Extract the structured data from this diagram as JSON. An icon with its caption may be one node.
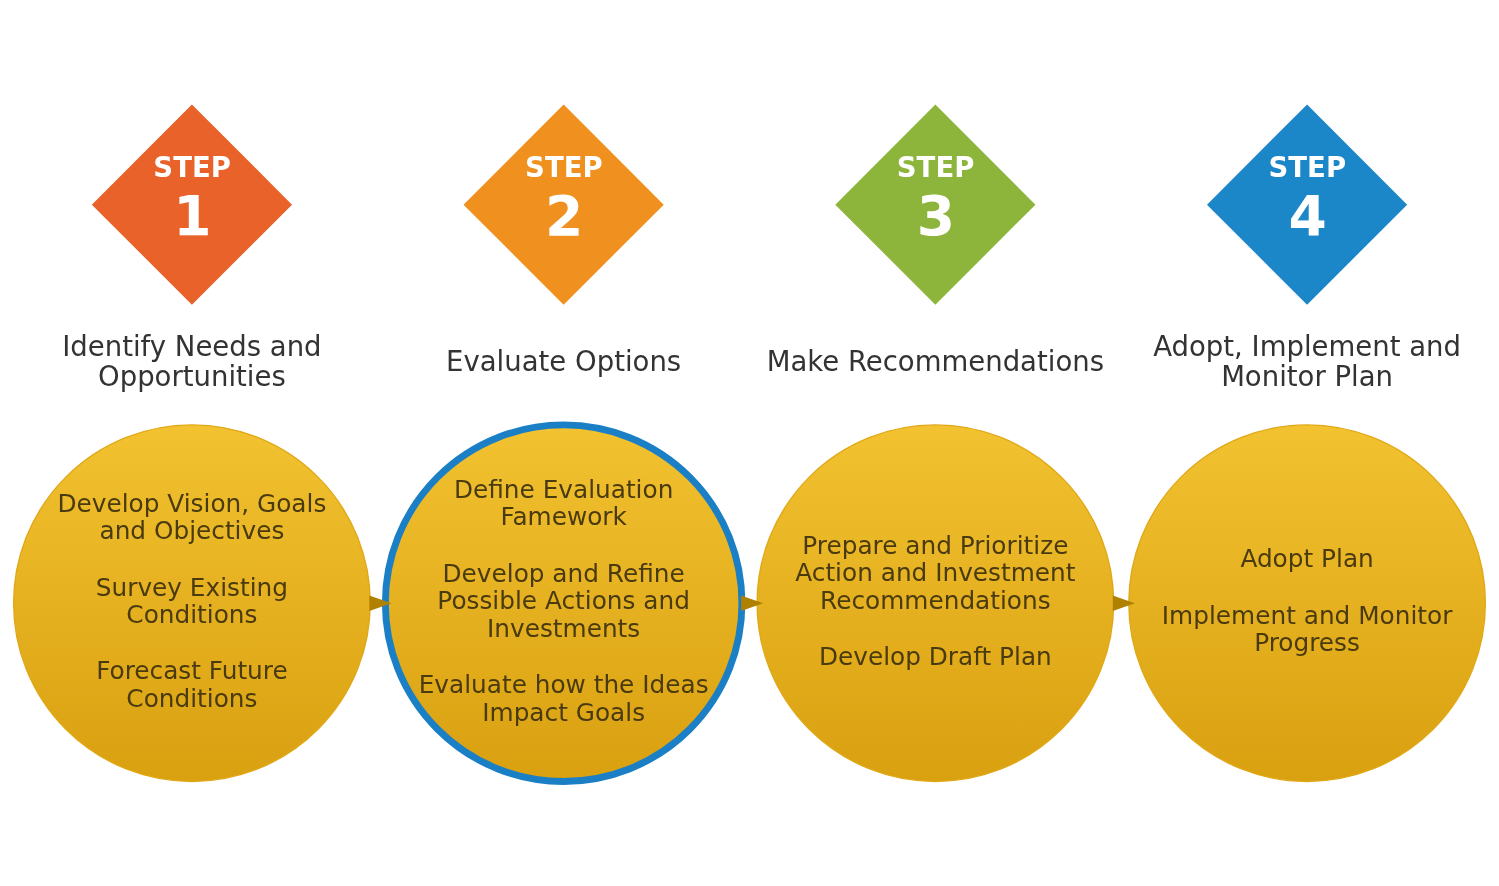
{
  "diagram": {
    "nodes": [
      {
        "text": [
          "STEP",
          "1"
        ],
        "beside": [
          "Identify Needs and Opportunities"
        ]
      },
      {
        "text": [
          "STEP",
          "2"
        ],
        "beside": [
          "Evaluate Options"
        ]
      },
      {
        "text": [
          "STEP",
          "3"
        ],
        "beside": [
          "Make Recommendations"
        ]
      },
      {
        "text": [
          "STEP",
          "4"
        ],
        "beside": [
          "Adopt, Implement and Monitor Plan"
        ]
      },
      {
        "text": [
          "Develop Vision, Goals and Objectives",
          "Survey Existing Conditions",
          "Forecast Future Conditions"
        ]
      },
      {
        "text": [
          "Define Evaluation Famework",
          "Develop and Refine Possible Actions and Investments",
          "Evaluate how the Ideas Impact Goals"
        ]
      },
      {
        "text": [
          "Prepare and Prioritize Action and Investment Recommendations",
          "Develop Draft Plan"
        ]
      },
      {
        "text": [
          "Adopt Plan",
          "Implement and Monitor Progress"
        ]
      }
    ],
    "edges": [
      {
        "from": 4,
        "to": 5,
        "arrow": "to"
      },
      {
        "from": 5,
        "to": 6,
        "arrow": "to"
      },
      {
        "from": 6,
        "to": 7,
        "arrow": "to"
      }
    ]
  }
}
